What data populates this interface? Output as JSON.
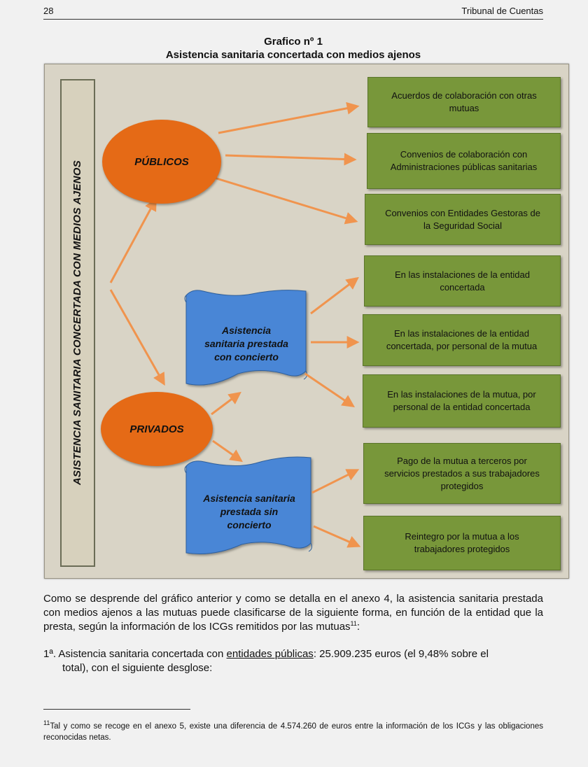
{
  "header": {
    "page_number": "28",
    "publisher": "Tribunal de Cuentas"
  },
  "chart": {
    "title_line1": "Grafico nº 1",
    "title_line2": "Asistencia sanitaria concertada con medios ajenos"
  },
  "diagram": {
    "side_label": "ASISTENCIA SANITARIA CONCERTADA CON MEDIOS AJENOS",
    "publicos": "PÚBLICOS",
    "privados": "PRIVADOS",
    "con_concierto": [
      "Asistencia",
      "sanitaria prestada",
      "con concierto"
    ],
    "sin_concierto": [
      "Asistencia sanitaria",
      "prestada sin",
      "concierto"
    ],
    "boxes": [
      [
        "Acuerdos de colaboración con otras",
        "mutuas"
      ],
      [
        "Convenios de colaboración con",
        "Administraciones públicas sanitarias"
      ],
      [
        "Convenios con Entidades Gestoras de",
        "la Seguridad Social"
      ],
      [
        "En las instalaciones de la entidad",
        "concertada"
      ],
      [
        "En las instalaciones de la entidad",
        "concertada, por personal de la mutua"
      ],
      [
        "En las instalaciones de la mutua, por",
        "personal de la entidad concertada"
      ],
      [
        "Pago de la mutua a terceros por",
        "servicios prestados a sus trabajadores",
        "protegidos"
      ],
      [
        "Reintegro por la mutua a los",
        "trabajadores protegidos"
      ]
    ]
  },
  "body": {
    "paragraph1": "Como se desprende del gráfico anterior y como se detalla en el anexo 4, la asistencia sanitaria prestada con medios ajenos a las mutuas puede clasificarse de la siguiente forma, en función de la entidad que la presta, según la información de los ICGs remitidos por las mutuas",
    "paragraph1_sup": "11",
    "paragraph1_end": ":",
    "item1_prefix": "1ª. Asistencia sanitaria concertada con ",
    "item1_underlined": "entidades públicas",
    "item1_rest": ": 25.909.235 euros (el 9,48% sobre el",
    "item1_line2": "total), con el siguiente desglose:"
  },
  "footnote": {
    "number": "11",
    "text": "Tal y como se recoge en el anexo 5, existe una diferencia de 4.574.260 de euros entre la información de los ICGs y las obligaciones reconocidas netas."
  },
  "colors": {
    "orange": "#e56a16",
    "green": "#78973a",
    "blue": "#4a86d6",
    "panel": "#d9d4c6",
    "arrow": "#f0944e"
  }
}
